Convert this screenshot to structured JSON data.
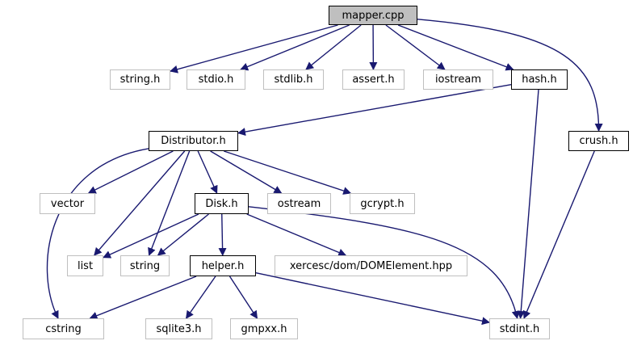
{
  "colors": {
    "edge": "#191970",
    "root_fill": "#bfbfbf",
    "ext_border": "#bfbfbf",
    "doc_border": "#000000"
  },
  "nodes": {
    "mapper_cpp": "mapper.cpp",
    "string_h": "string.h",
    "stdio_h": "stdio.h",
    "stdlib_h": "stdlib.h",
    "assert_h": "assert.h",
    "iostream": "iostream",
    "hash_h": "hash.h",
    "crush_h": "crush.h",
    "distributor_h": "Distributor.h",
    "vector": "vector",
    "disk_h": "Disk.h",
    "ostream": "ostream",
    "gcrypt_h": "gcrypt.h",
    "list": "list",
    "string": "string",
    "helper_h": "helper.h",
    "domelement": "xercesc/dom/DOMElement.hpp",
    "cstring": "cstring",
    "sqlite3_h": "sqlite3.h",
    "gmpxx_h": "gmpxx.h",
    "stdint_h": "stdint.h"
  },
  "edges": [
    [
      "mapper_cpp",
      "string_h"
    ],
    [
      "mapper_cpp",
      "stdio_h"
    ],
    [
      "mapper_cpp",
      "stdlib_h"
    ],
    [
      "mapper_cpp",
      "assert_h"
    ],
    [
      "mapper_cpp",
      "iostream"
    ],
    [
      "mapper_cpp",
      "hash_h"
    ],
    [
      "mapper_cpp",
      "crush_h"
    ],
    [
      "hash_h",
      "distributor_h"
    ],
    [
      "hash_h",
      "stdint_h"
    ],
    [
      "crush_h",
      "stdint_h"
    ],
    [
      "distributor_h",
      "vector"
    ],
    [
      "distributor_h",
      "disk_h"
    ],
    [
      "distributor_h",
      "ostream"
    ],
    [
      "distributor_h",
      "gcrypt_h"
    ],
    [
      "distributor_h",
      "list"
    ],
    [
      "distributor_h",
      "string"
    ],
    [
      "distributor_h",
      "cstring"
    ],
    [
      "disk_h",
      "list"
    ],
    [
      "disk_h",
      "string"
    ],
    [
      "disk_h",
      "helper_h"
    ],
    [
      "disk_h",
      "domelement"
    ],
    [
      "disk_h",
      "stdint_h"
    ],
    [
      "helper_h",
      "cstring"
    ],
    [
      "helper_h",
      "sqlite3_h"
    ],
    [
      "helper_h",
      "gmpxx_h"
    ],
    [
      "helper_h",
      "stdint_h"
    ]
  ]
}
